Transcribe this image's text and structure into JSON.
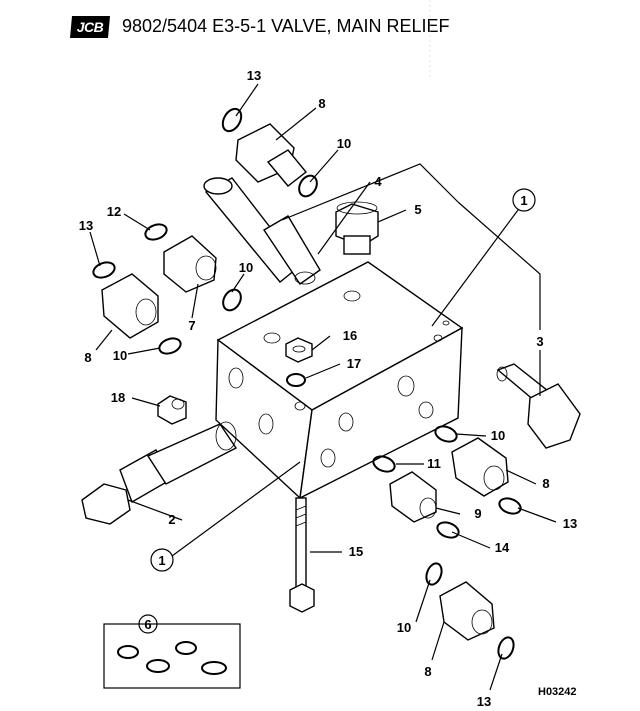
{
  "header": {
    "logo_text": "JCB",
    "title": "9802/5404 E3-5-1 VALVE, MAIN RELIEF"
  },
  "drawing_ref": "H03242",
  "callouts": [
    {
      "id": "c13a",
      "text": "13"
    },
    {
      "id": "c8a",
      "text": "8"
    },
    {
      "id": "c10a",
      "text": "10"
    },
    {
      "id": "c4",
      "text": "4"
    },
    {
      "id": "c5",
      "text": "5"
    },
    {
      "id": "c1a",
      "text": "1"
    },
    {
      "id": "c12",
      "text": "12"
    },
    {
      "id": "c13b",
      "text": "13"
    },
    {
      "id": "c10b",
      "text": "10"
    },
    {
      "id": "c7",
      "text": "7"
    },
    {
      "id": "c8b",
      "text": "8"
    },
    {
      "id": "c10c",
      "text": "10"
    },
    {
      "id": "c16",
      "text": "16"
    },
    {
      "id": "c17",
      "text": "17"
    },
    {
      "id": "c3",
      "text": "3"
    },
    {
      "id": "c18",
      "text": "18"
    },
    {
      "id": "c10d",
      "text": "10"
    },
    {
      "id": "c11",
      "text": "11"
    },
    {
      "id": "c8c",
      "text": "8"
    },
    {
      "id": "c2",
      "text": "2"
    },
    {
      "id": "c9",
      "text": "9"
    },
    {
      "id": "c13c",
      "text": "13"
    },
    {
      "id": "c14",
      "text": "14"
    },
    {
      "id": "c1b",
      "text": "1"
    },
    {
      "id": "c15",
      "text": "15"
    },
    {
      "id": "c6",
      "text": "6"
    },
    {
      "id": "c10e",
      "text": "10"
    },
    {
      "id": "c8d",
      "text": "8"
    },
    {
      "id": "c13d",
      "text": "13"
    }
  ]
}
